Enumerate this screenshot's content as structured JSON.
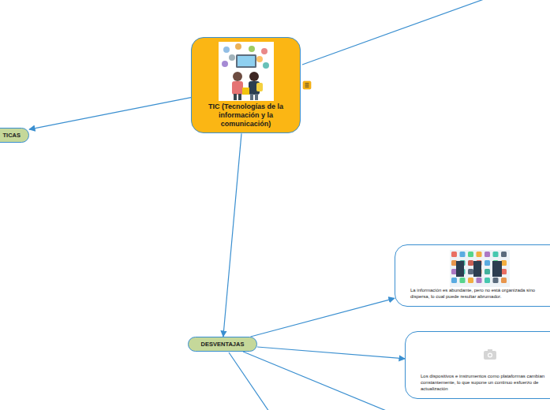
{
  "diagram": {
    "nodes": [
      {
        "text": [
          "TIC (Tecnologías de la información y la comunicación)"
        ]
      },
      {
        "text": [
          "TICAS"
        ]
      },
      {
        "text": [
          "DESVENTAJAS"
        ]
      },
      {
        "text": [
          "La información es abundante, pero no está organizada sino dispersa, lo cual puede resultar abrumador."
        ]
      },
      {
        "text": [
          "Los dispositivos e instrumentos como plataformas cambian constantemente, lo que supone un continuo esfuerzo de actualización"
        ]
      }
    ],
    "edges": [
      {
        "from": 0,
        "to": 1,
        "arrow": "to"
      },
      {
        "from": 0,
        "to": 2,
        "arrow": "to"
      },
      {
        "from": 2,
        "to": 3,
        "arrow": "to"
      },
      {
        "from": 2,
        "to": 4,
        "arrow": "to"
      }
    ]
  }
}
